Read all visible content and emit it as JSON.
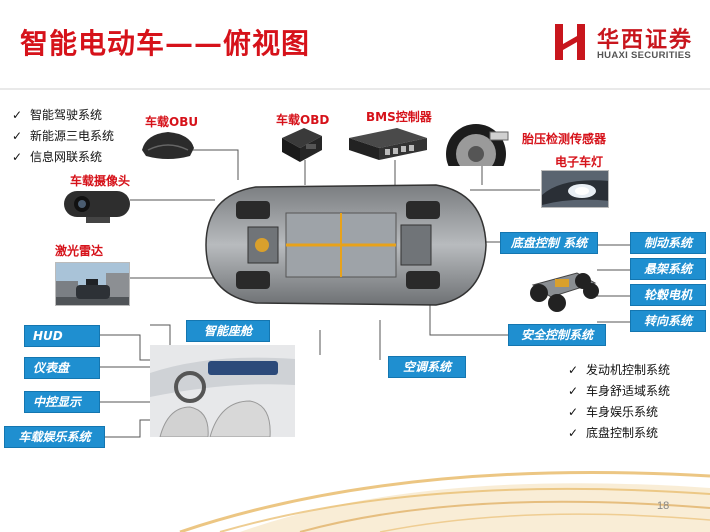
{
  "title": "智能电动车——俯视图",
  "logo": {
    "cn": "华西证券",
    "en": "HUAXI SECURITIES"
  },
  "systems_left": [
    "智能驾驶系统",
    "新能源三电系统",
    "信息网联系统"
  ],
  "systems_right": [
    "发动机控制系统",
    "车身舒适域系统",
    "车身娱乐系统",
    "底盘控制系统"
  ],
  "check_mark": "✓",
  "components": {
    "obu": "车载OBU",
    "obd": "车载OBD",
    "bms": "BMS控制器",
    "tpms": "胎压检测传感器",
    "headlight": "电子车灯",
    "camera": "车载摄像头",
    "lidar": "激光雷达"
  },
  "blue_labels": {
    "chassis_control": "底盘控制 系统",
    "brake": "制动系统",
    "suspension": "悬架系统",
    "hub_motor": "轮毂电机",
    "steering": "转向系统",
    "safety_control": "安全控制系统",
    "cockpit": "智能座舱",
    "ac": "空调系统",
    "hud": "HUD",
    "dashboard": "仪表盘",
    "center_display": "中控显示",
    "infotainment": "车载娱乐系统"
  },
  "page_number": "18",
  "colors": {
    "title_red": "#d6121a",
    "label_blue": "#1f8fd0",
    "logo_red": "#c8161d",
    "wave_gold": "#e7b864"
  }
}
